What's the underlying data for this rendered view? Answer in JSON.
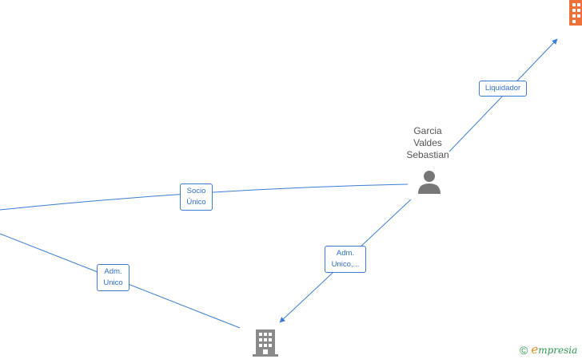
{
  "person": {
    "name": "Garcia\nValdes\nSebastian"
  },
  "edges": {
    "liquidador": "Liquidador",
    "socio_unico_line1": "Socio",
    "socio_unico_line2": "Único",
    "adm_unico_line1": "Adm.",
    "adm_unico_line2": "Unico",
    "adm_unico_ellipsis_line1": "Adm.",
    "adm_unico_ellipsis_line2": "Unico,..."
  },
  "footer": {
    "copyright_symbol": "©",
    "brand_first": "e",
    "brand_rest": "mpresia"
  },
  "colors": {
    "edge": "#3b7dd8",
    "company_gray": "#8a8a8a",
    "company_highlight": "#f0703a",
    "person_icon": "#777777",
    "brand_green": "#2e9a54",
    "brand_orange": "#f08a1c"
  },
  "icons": {
    "person": "person-icon",
    "company": "building-icon",
    "company_highlight": "building-icon-orange"
  }
}
